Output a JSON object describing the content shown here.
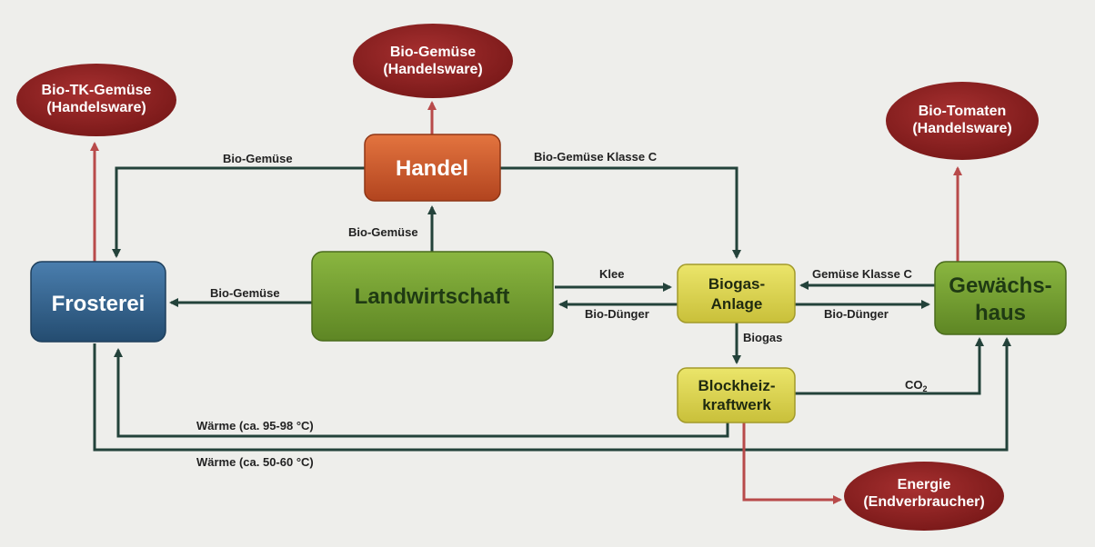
{
  "nodes": {
    "frosterei": "Frosterei",
    "handel": "Handel",
    "landwirtschaft": "Landwirtschaft",
    "biogas_line1": "Biogas-",
    "biogas_line2": "Anlage",
    "bhkw_line1": "Blockheiz-",
    "bhkw_line2": "kraftwerk",
    "gewaechshaus_line1": "Gewächs-",
    "gewaechshaus_line2": "haus"
  },
  "outputs": {
    "tk_gemuese_line1": "Bio-TK-Gemüse",
    "tk_gemuese_line2": "(Handelsware)",
    "bio_gemuese_line1": "Bio-Gemüse",
    "bio_gemuese_line2": "(Handelsware)",
    "bio_tomaten_line1": "Bio-Tomaten",
    "bio_tomaten_line2": "(Handelsware)",
    "energie_line1": "Energie",
    "energie_line2": "(Endverbraucher)"
  },
  "edges": {
    "handel_to_frosterei": "Bio-Gemüse",
    "handel_to_biogas": "Bio-Gemüse Klasse C",
    "landwirtschaft_to_handel": "Bio-Gemüse",
    "landwirtschaft_to_frosterei": "Bio-Gemüse",
    "landwirtschaft_to_biogas": "Klee",
    "biogas_to_landwirtschaft": "Bio-Dünger",
    "gewaechshaus_to_biogas": "Gemüse Klasse C",
    "biogas_to_gewaechshaus": "Bio-Dünger",
    "biogas_to_bhkw": "Biogas",
    "bhkw_to_gewaechshaus": "CO",
    "bhkw_to_gewaechshaus_sub": "2",
    "waerme_frosterei": "Wärme (ca. 95-98 °C)",
    "waerme_gewaechshaus": "Wärme (ca. 50-60 °C)"
  },
  "colors": {
    "frosterei": "#2f5f8a",
    "handel": "#c8552a",
    "landwirtschaft": "#6f9a2c",
    "gewaechshaus": "#6f9a2c",
    "biogas": "#d9d24a",
    "output_ellipse": "#8c1f1f",
    "flow_arrow": "#23423a",
    "output_arrow": "#b84a4a"
  }
}
